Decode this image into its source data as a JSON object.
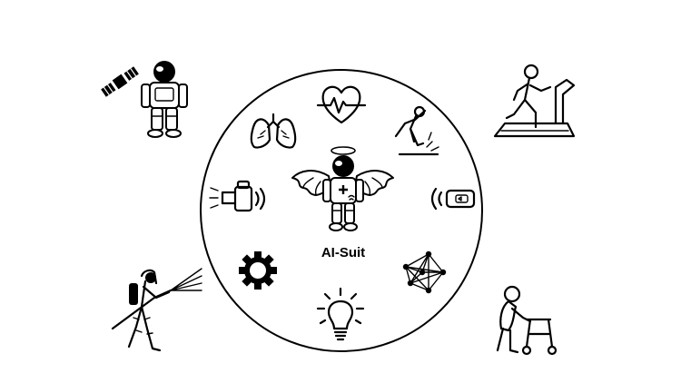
{
  "center": {
    "label": "AI-Suit"
  },
  "icons": [
    "heart-rate-icon",
    "lungs-icon",
    "falling-person-icon",
    "camera-icon",
    "radio-tag-icon",
    "gear-icon",
    "network-icon",
    "lightbulb-icon"
  ],
  "scenarios": [
    "astronaut-satellite",
    "treadmill-runner",
    "firefighter-hose",
    "elderly-walker"
  ],
  "colors": {
    "line": "#000000",
    "background": "#ffffff"
  }
}
